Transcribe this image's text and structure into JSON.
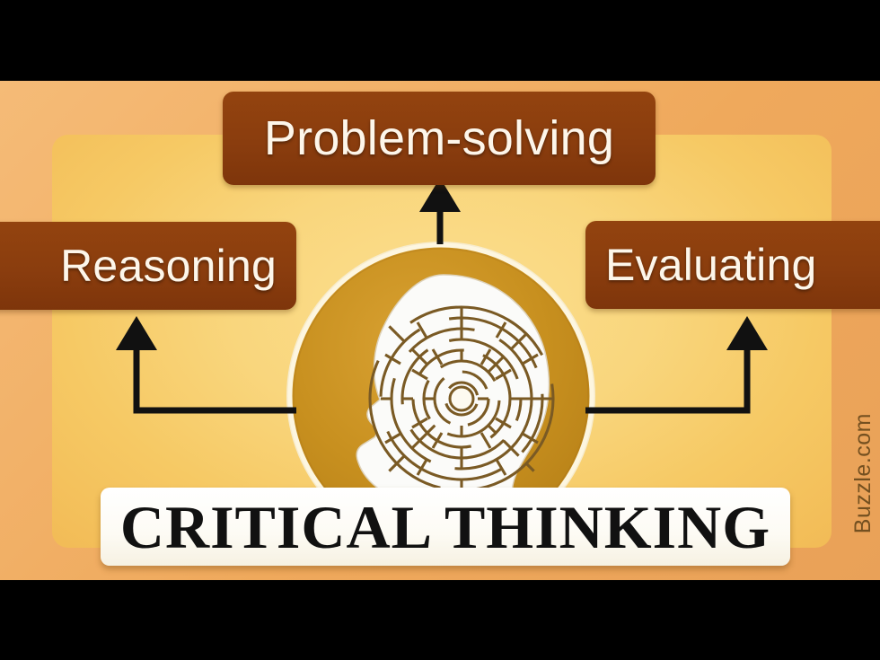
{
  "poster": {
    "title": "CRITICAL THINKING",
    "watermark": "Buzzle.com",
    "center_icon": "head-maze-icon",
    "branches": [
      {
        "label": "Problem-solving",
        "position": "top",
        "arrow": "arrow-up-icon"
      },
      {
        "label": "Reasoning",
        "position": "left",
        "arrow": "arrow-up-icon"
      },
      {
        "label": "Evaluating",
        "position": "right",
        "arrow": "arrow-up-icon"
      }
    ],
    "colors": {
      "letterbox": "#000000",
      "background": "#f1ae63",
      "panel": "#f9d67d",
      "label_box": "#8a3d0e",
      "label_text": "#fdf6ea",
      "circle": "#c8901f",
      "circle_ring": "#f6e8c4",
      "head": "#fbfbf9",
      "maze_line": "#7a5a24",
      "arrow": "#111111",
      "title_banner": "#ffffff",
      "title_text": "#111111",
      "watermark_text": "#6b4a1c"
    }
  }
}
